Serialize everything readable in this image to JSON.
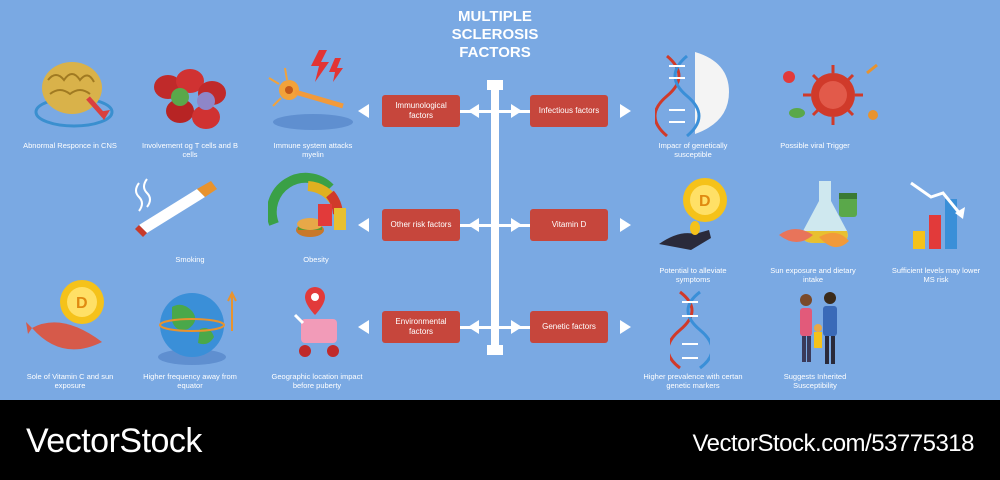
{
  "title": [
    "MULTIPLE",
    "SCLEROSIS",
    "FACTORS"
  ],
  "boxes": {
    "immunological": "Immunological factors",
    "infectious": "Infectious factors",
    "other_risk": "Other risk factors",
    "vitamin_d": "Vitamin D",
    "environmental": "Environmental factors",
    "genetic": "Genetic factors"
  },
  "labels": {
    "abnormal": "Abnormal Responce in CNS",
    "tcells": "Involvement og T cells and B cells",
    "myelin": "Immune system attacks myelin",
    "smoking": "Smoking",
    "obesity": "Obesity",
    "vitc": "Sole of Vitamin C and sun exposure",
    "equator": "Higher frequency away from equator",
    "geo": "Geographic location impact before puberty",
    "genetic_susc": "Impacr of genetically susceptible",
    "viral": "Possible viral Trigger",
    "alleviate": "Potential to alleviate symptoms",
    "sun_diet": "Sun exposure and dietary intake",
    "sufficient": "Sufficient levels may lower MS risk",
    "markers": "Higher prevalence with certan genetic markers",
    "inherited": "Suggests  Inherited Susceptibility"
  },
  "footer": {
    "brand": "VectorStock",
    "code": "VectorStock.com/53775318"
  },
  "colors": {
    "background": "#7aa9e3",
    "box": "#c6463c",
    "footer": "#000000"
  }
}
